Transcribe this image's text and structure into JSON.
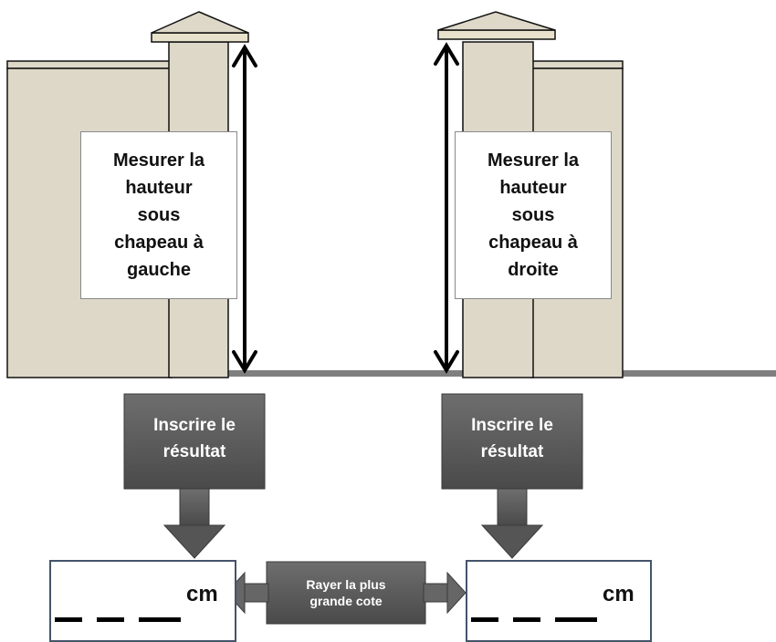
{
  "left_pillar": {
    "label": "Mesurer la\nhauteur\nsous\nchapeau à\ngauche"
  },
  "right_pillar": {
    "label": "Mesurer la\nhauteur\nsous\nchapeau à\ndroite"
  },
  "left_step": {
    "text": "Inscrire le\nrésultat"
  },
  "right_step": {
    "text": "Inscrire le\nrésultat"
  },
  "left_result": {
    "unit": "cm"
  },
  "right_result": {
    "unit": "cm"
  },
  "compare": {
    "text": "Rayer la plus\ngrande cote"
  },
  "colors": {
    "wall": "#ddd8c8",
    "outline": "#111111",
    "ground": "#7f7f7f",
    "arrow_box": "#595959",
    "result_border": "#44546a"
  }
}
